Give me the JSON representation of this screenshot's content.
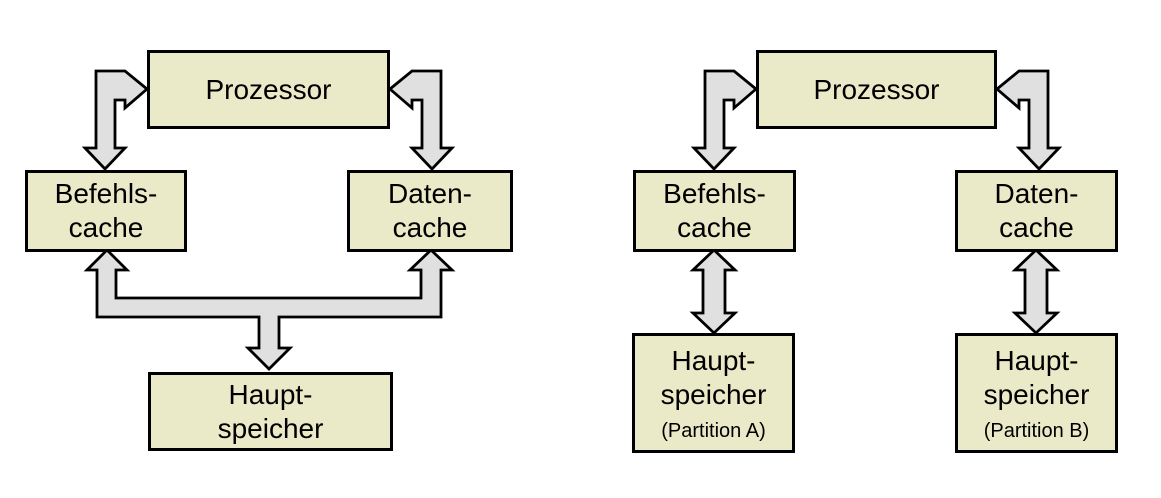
{
  "colors": {
    "box_fill": "#eae9c8",
    "box_border": "#000000",
    "arrow_fill": "#e0e0e0",
    "arrow_border": "#000000",
    "canvas_bg": "#ffffff",
    "text_color": "#000000"
  },
  "diagrams": [
    {
      "name": "shared-main-memory-architecture",
      "nodes": {
        "prozessor": {
          "label": "Prozessor"
        },
        "befehlscache": {
          "line1": "Befehls-",
          "line2": "cache"
        },
        "datencache": {
          "line1": "Daten-",
          "line2": "cache"
        },
        "hauptspeicher": {
          "line1": "Haupt-",
          "line2": "speicher"
        }
      },
      "connectors": [
        {
          "name": "prozessor-befehlscache-arrow",
          "type": "bidirectional-bent",
          "from": "prozessor",
          "to": "befehlscache"
        },
        {
          "name": "prozessor-datencache-arrow",
          "type": "bidirectional-bent",
          "from": "prozessor",
          "to": "datencache"
        },
        {
          "name": "caches-hauptspeicher-arrow",
          "type": "bidirectional-merged-y",
          "from": "befehlscache, datencache",
          "to": "hauptspeicher"
        }
      ]
    },
    {
      "name": "partitioned-main-memory-architecture",
      "nodes": {
        "prozessor": {
          "label": "Prozessor"
        },
        "befehlscache": {
          "line1": "Befehls-",
          "line2": "cache"
        },
        "datencache": {
          "line1": "Daten-",
          "line2": "cache"
        },
        "hauptspeicherA": {
          "line1": "Haupt-",
          "line2": "speicher",
          "sub": "(Partition A)"
        },
        "hauptspeicherB": {
          "line1": "Haupt-",
          "line2": "speicher",
          "sub": "(Partition B)"
        }
      },
      "connectors": [
        {
          "name": "prozessor-befehlscache-arrow",
          "type": "bidirectional-bent",
          "from": "prozessor",
          "to": "befehlscache"
        },
        {
          "name": "prozessor-datencache-arrow",
          "type": "bidirectional-bent",
          "from": "prozessor",
          "to": "datencache"
        },
        {
          "name": "befehlscache-hauptspeicherA-arrow",
          "type": "bidirectional-straight",
          "from": "befehlscache",
          "to": "hauptspeicherA"
        },
        {
          "name": "datencache-hauptspeicherB-arrow",
          "type": "bidirectional-straight",
          "from": "datencache",
          "to": "hauptspeicherB"
        }
      ]
    }
  ]
}
